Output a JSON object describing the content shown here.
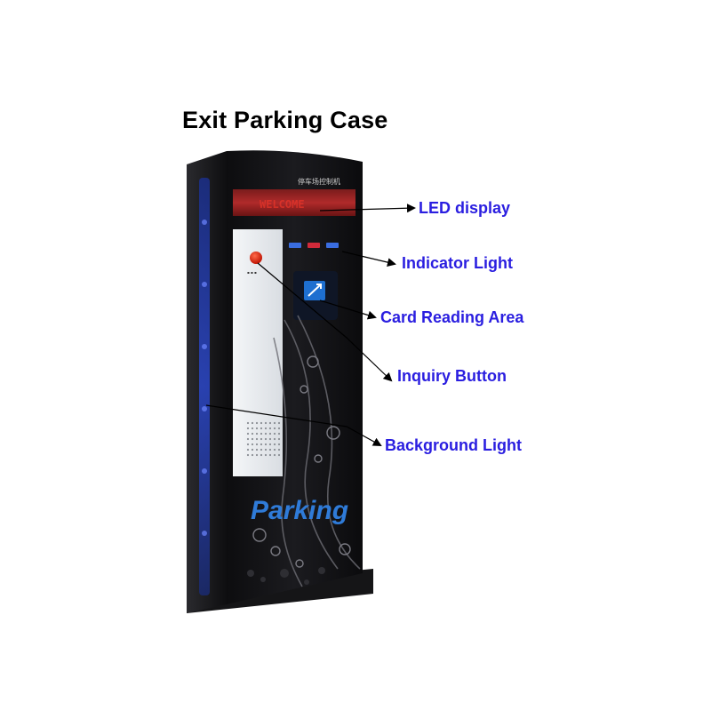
{
  "title": "Exit Parking Case",
  "accent_color": "#2a1ee0",
  "device": {
    "led_text": "WELCOME",
    "top_caption": "停车场控制机",
    "logo_text": "Parking"
  },
  "callouts": [
    {
      "id": "led-display",
      "label": "LED display"
    },
    {
      "id": "indicator-light",
      "label": "Indicator Light"
    },
    {
      "id": "card-reading-area",
      "label": "Card Reading Area"
    },
    {
      "id": "inquiry-button",
      "label": "Inquiry Button"
    },
    {
      "id": "background-light",
      "label": "Background Light"
    }
  ]
}
